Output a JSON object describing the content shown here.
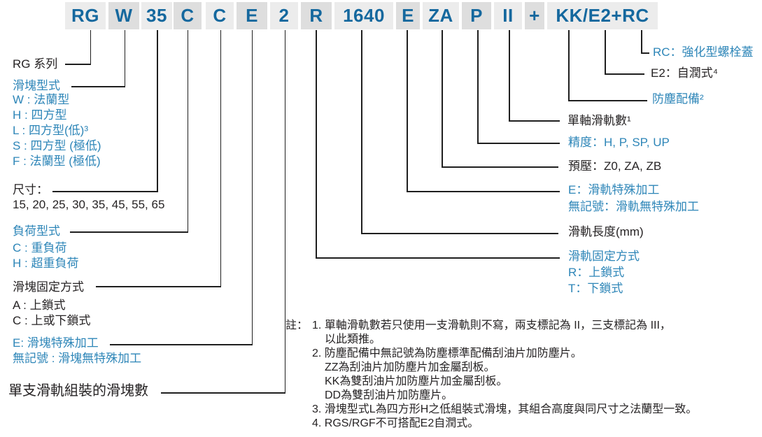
{
  "colors": {
    "code_blue": "#15689e",
    "label_blue": "#2e86b8",
    "text_dark": "#262324",
    "segment_light": "#ececec",
    "segment_dark": "#dedede",
    "line": "#1f1f1f"
  },
  "model_code": {
    "segments": [
      {
        "text": "RG"
      },
      {
        "text": "W"
      },
      {
        "text": "35"
      },
      {
        "text": "C"
      },
      {
        "text": "C"
      },
      {
        "text": "E"
      },
      {
        "text": "2"
      },
      {
        "text": "R"
      },
      {
        "text": "1640"
      },
      {
        "text": "E"
      },
      {
        "text": "ZA"
      },
      {
        "text": "P"
      },
      {
        "text": "II"
      },
      {
        "text": "+"
      },
      {
        "text": "KK/E2+RC"
      }
    ]
  },
  "left_groups": [
    {
      "title": "RG 系列",
      "items": []
    },
    {
      "title": "滑塊型式",
      "items": [
        "W : 法蘭型",
        "H : 四方型",
        "L : 四方型(低)³",
        "S : 四方型 (極低)",
        "F : 法蘭型 (極低)"
      ]
    },
    {
      "title": "尺寸：",
      "items": [
        "15, 20, 25, 30, 35, 45, 55, 65"
      ]
    },
    {
      "title": "負荷型式",
      "items": [
        "C : 重負荷",
        "H : 超重負荷"
      ]
    },
    {
      "title": "滑塊固定方式",
      "items": [
        "A : 上鎖式",
        "C : 上或下鎖式"
      ]
    },
    {
      "title": "E: 滑塊特殊加工",
      "items": [
        "無記號 : 滑塊無特殊加工"
      ]
    },
    {
      "title": "單支滑軌組裝的滑塊數",
      "items": []
    }
  ],
  "right_groups": [
    {
      "title": "RC：強化型螺栓蓋",
      "items": []
    },
    {
      "title": "E2：自潤式⁴",
      "items": []
    },
    {
      "title": "防塵配備²",
      "items": []
    },
    {
      "title": "單軸滑軌數¹",
      "items": []
    },
    {
      "title": "精度：H, P, SP, UP",
      "items": []
    },
    {
      "title": "預壓：Z0, ZA, ZB",
      "items": []
    },
    {
      "title": "E：滑軌特殊加工",
      "items": [
        "無記號：滑軌無特殊加工"
      ]
    },
    {
      "title": "滑軌長度(mm)",
      "items": []
    },
    {
      "title": "滑軌固定方式",
      "items": [
        "R：上鎖式",
        "T：下鎖式"
      ]
    }
  ],
  "notes": {
    "prefix": "註：",
    "lines": [
      "1. 單軸滑軌數若只使用一支滑軌則不寫，兩支標記為 II，三支標記為 III，",
      "以此類推。",
      "2. 防塵配備中無記號為防塵標準配備刮油片加防塵片。",
      "ZZ為刮油片加防塵片加金屬刮板。",
      "KK為雙刮油片加防塵片加金屬刮板。",
      "DD為雙刮油片加防塵片。",
      "3. 滑塊型式L為四方形H之低組裝式滑塊，其組合高度與同尺寸之法蘭型一致。",
      "4. RGS/RGF不可搭配E2自潤式。"
    ]
  }
}
